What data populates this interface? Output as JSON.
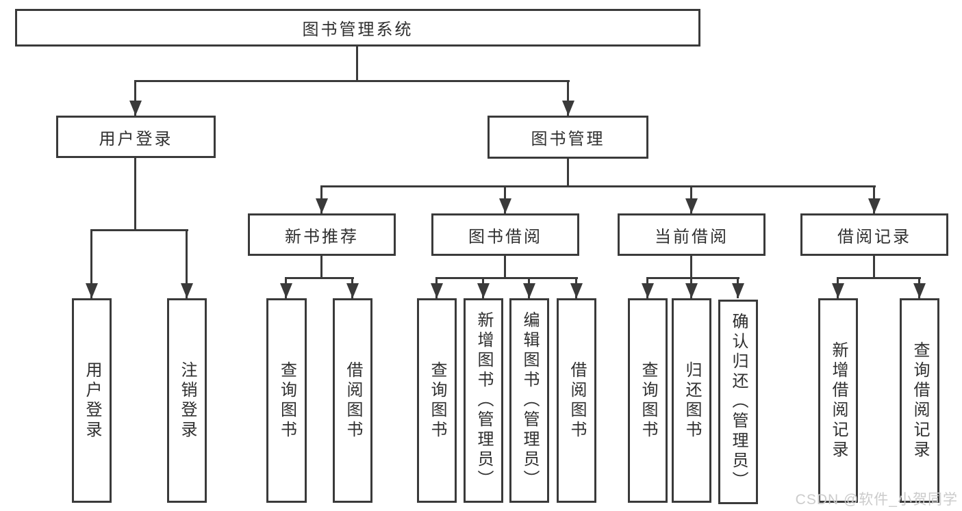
{
  "tree": {
    "label": "图书管理系统",
    "children": [
      {
        "label": "用户登录",
        "children": [
          {
            "label": "用户登录"
          },
          {
            "label": "注销登录"
          }
        ]
      },
      {
        "label": "图书管理",
        "children": [
          {
            "label": "新书推荐",
            "children": [
              {
                "label": "查询图书"
              },
              {
                "label": "借阅图书"
              }
            ]
          },
          {
            "label": "图书借阅",
            "children": [
              {
                "label": "查询图书"
              },
              {
                "label": "新增图书（管理员）"
              },
              {
                "label": "编辑图书（管理员）"
              },
              {
                "label": "借阅图书"
              }
            ]
          },
          {
            "label": "当前借阅",
            "children": [
              {
                "label": "查询图书"
              },
              {
                "label": "归还图书"
              },
              {
                "label": "确认归还（管理员）"
              }
            ]
          },
          {
            "label": "借阅记录",
            "children": [
              {
                "label": "新增借阅记录"
              },
              {
                "label": "查询借阅记录"
              }
            ]
          }
        ]
      }
    ]
  },
  "watermark": "CSDN @软件_小贺同学",
  "colors": {
    "line": "#3a3a3a",
    "text": "#2f2f2f",
    "watermark": "#cbcbcb",
    "background": "#ffffff"
  }
}
